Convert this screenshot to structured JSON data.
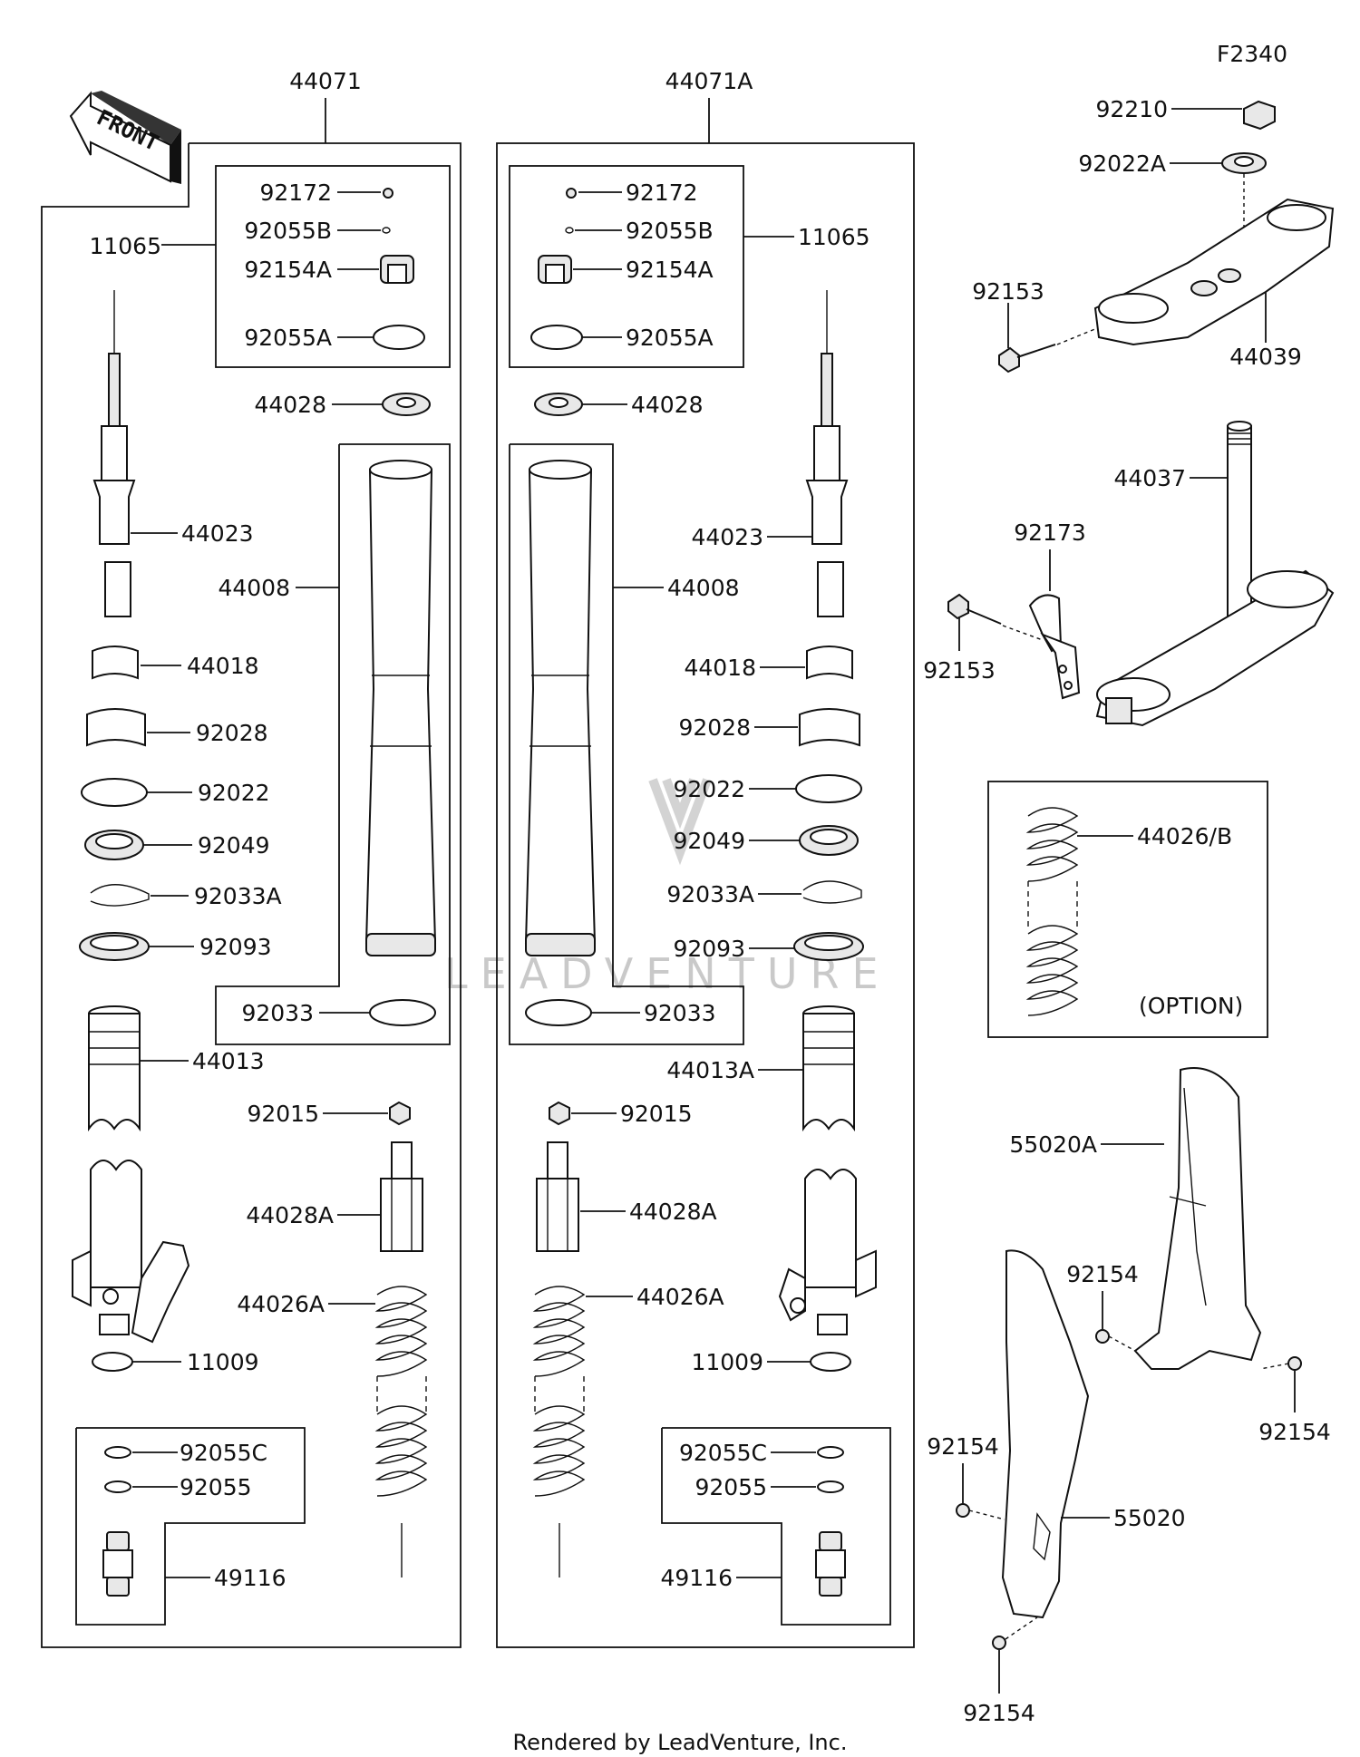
{
  "figure_code": "F2340",
  "footer": "Rendered by LeadVenture, Inc.",
  "watermark": "LEADVENTURE",
  "front_label": "FRONT",
  "left_fork": {
    "assembly": "44071",
    "cap_group": "11065",
    "labels": [
      "92172",
      "92055B",
      "92154A",
      "92055A",
      "44028",
      "44023",
      "44008",
      "44018",
      "92028",
      "92022",
      "92049",
      "92033A",
      "92093",
      "92033",
      "44013",
      "92015",
      "44028A",
      "44026A",
      "11009",
      "92055C",
      "92055",
      "49116"
    ]
  },
  "right_fork": {
    "assembly": "44071A",
    "cap_group": "11065",
    "labels": [
      "92172",
      "92055B",
      "92154A",
      "92055A",
      "44028",
      "44023",
      "44008",
      "44018",
      "92028",
      "92022",
      "92049",
      "92033A",
      "92093",
      "92033",
      "44013A",
      "92015",
      "44028A",
      "44026A",
      "11009",
      "92055C",
      "92055",
      "49116"
    ]
  },
  "triple_clamp": {
    "labels": [
      "92210",
      "92022A",
      "92153",
      "44039",
      "44037",
      "92173",
      "92153"
    ]
  },
  "option_box": {
    "part": "44026/B",
    "note": "(OPTION)"
  },
  "guards": {
    "labels": [
      "55020A",
      "92154",
      "92154",
      "92154",
      "55020",
      "92154"
    ]
  }
}
